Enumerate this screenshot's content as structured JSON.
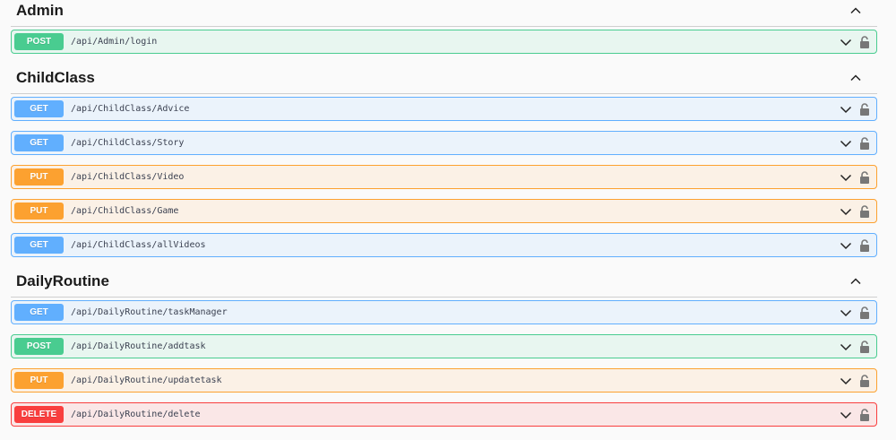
{
  "sections": [
    {
      "title": "Admin",
      "ops": [
        {
          "method": "POST",
          "path": "/api/Admin/login"
        }
      ]
    },
    {
      "title": "ChildClass",
      "ops": [
        {
          "method": "GET",
          "path": "/api/ChildClass/Advice"
        },
        {
          "method": "GET",
          "path": "/api/ChildClass/Story"
        },
        {
          "method": "PUT",
          "path": "/api/ChildClass/Video"
        },
        {
          "method": "PUT",
          "path": "/api/ChildClass/Game"
        },
        {
          "method": "GET",
          "path": "/api/ChildClass/allVideos"
        }
      ]
    },
    {
      "title": "DailyRoutine",
      "ops": [
        {
          "method": "GET",
          "path": "/api/DailyRoutine/taskManager"
        },
        {
          "method": "POST",
          "path": "/api/DailyRoutine/addtask"
        },
        {
          "method": "PUT",
          "path": "/api/DailyRoutine/updatetask"
        },
        {
          "method": "DELETE",
          "path": "/api/DailyRoutine/delete"
        }
      ]
    }
  ],
  "colors": {
    "GET": "#61affe",
    "POST": "#49cc90",
    "PUT": "#fca130",
    "DELETE": "#f93e3e"
  }
}
